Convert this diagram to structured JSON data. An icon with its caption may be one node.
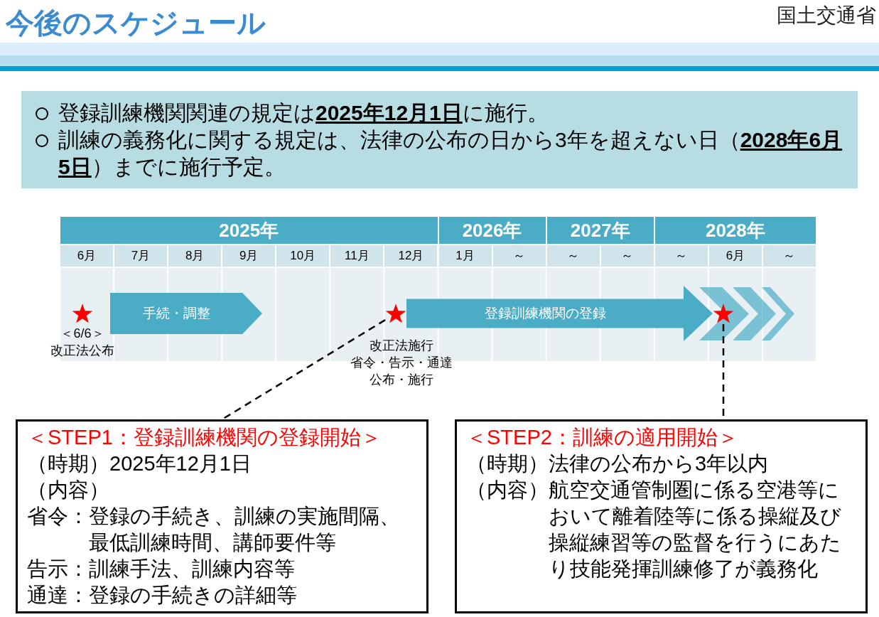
{
  "diagram": {
    "title": "今後のスケジュール",
    "nodes": [
      {
        "text": [
          "登録訓練機関関連の規定は**2025年12月1日**に施行。",
          "訓練の義務化に関する規定は、法律の公布の日から3年を超えない日（**2028年6月5日**）までに施行予定。"
        ]
      },
      {
        "text": [],
        "shape": "star",
        "beside": [
          "＜6/6＞",
          "改正法公布"
        ]
      },
      {
        "text": [
          "手続・調整"
        ]
      },
      {
        "text": [],
        "shape": "star",
        "beside": [
          "改正法施行",
          "省令・告示・通達公布・施行"
        ]
      },
      {
        "text": [],
        "shape": "star"
      },
      {
        "text": [
          "＜STEP1：登録訓練機関の登録開始＞",
          "（時期）2025年12月1日",
          "（内容）",
          "省令：登録の手続き、訓練の実施間隔、最低訓練時間、講師要件等",
          "告示：訓練手法、訓練内容等",
          "通達：登録の手続きの詳細等"
        ]
      },
      {
        "text": [
          "＜STEP2：訓練の適用開始＞",
          "（時期）法律の公布から3年以内",
          "（内容）航空交通管制圏に係る空港等において離着陸等に係る操縦及び操縦練習等の監督を行うにあたり技能発揮訓練修了が義務化"
        ]
      }
    ],
    "edges": [
      {
        "from": 3,
        "to": 4,
        "arrow": "to",
        "label": "登録訓練機関の登録",
        "style": "thick",
        "color": "#4bacc6"
      },
      {
        "from": 3,
        "to": 5,
        "arrow": "none",
        "style": "dashed"
      },
      {
        "from": 4,
        "to": 6,
        "arrow": "none",
        "style": "dashed"
      }
    ],
    "labels": [
      "国土交通省",
      "2025年",
      "2026年",
      "2027年",
      "2028年",
      "6月",
      "7月",
      "8月",
      "9月",
      "10月",
      "11月",
      "12月",
      "1月",
      "～",
      "～",
      "～",
      "～",
      "6月",
      "～"
    ]
  }
}
